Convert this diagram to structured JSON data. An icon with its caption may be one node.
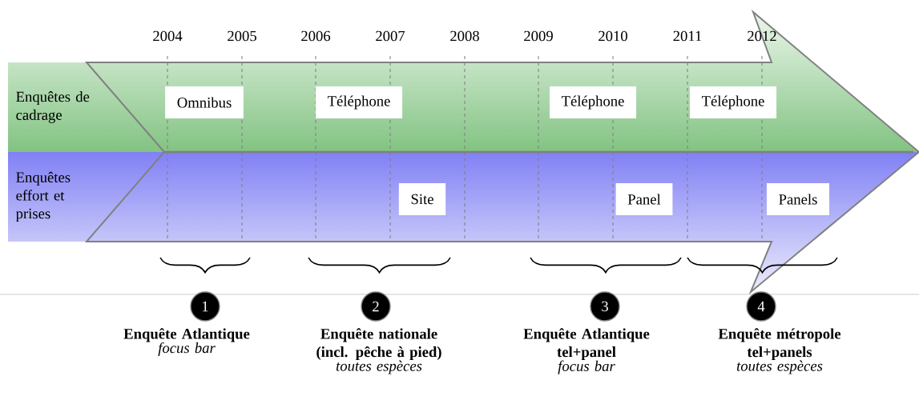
{
  "diagram": {
    "nodes": [
      {
        "text": [
          "Enquêtes de cadrage"
        ]
      },
      {
        "text": [
          "Enquêtes effort et prises"
        ]
      },
      {
        "text": [
          "Omnibus"
        ]
      },
      {
        "text": [
          "Téléphone"
        ]
      },
      {
        "text": [
          "Téléphone"
        ]
      },
      {
        "text": [
          "Téléphone"
        ]
      },
      {
        "text": [
          "Site"
        ]
      },
      {
        "text": [
          "Panel"
        ]
      },
      {
        "text": [
          "Panels"
        ]
      },
      {
        "text": [
          "1"
        ],
        "beside": [
          "Enquête Atlantique",
          "focus bar"
        ]
      },
      {
        "text": [
          "2"
        ],
        "beside": [
          "Enquête nationale (incl. pêche à pied)",
          "toutes espèces"
        ]
      },
      {
        "text": [
          "3"
        ],
        "beside": [
          "Enquête Atlantique tel+panel",
          "focus bar"
        ]
      },
      {
        "text": [
          "4"
        ],
        "beside": [
          "Enquête métropole tel+panels",
          "toutes espèces"
        ]
      }
    ],
    "labels": [
      "2004",
      "2005",
      "2006",
      "2007",
      "2008",
      "2009",
      "2010",
      "2011",
      "2012"
    ]
  }
}
